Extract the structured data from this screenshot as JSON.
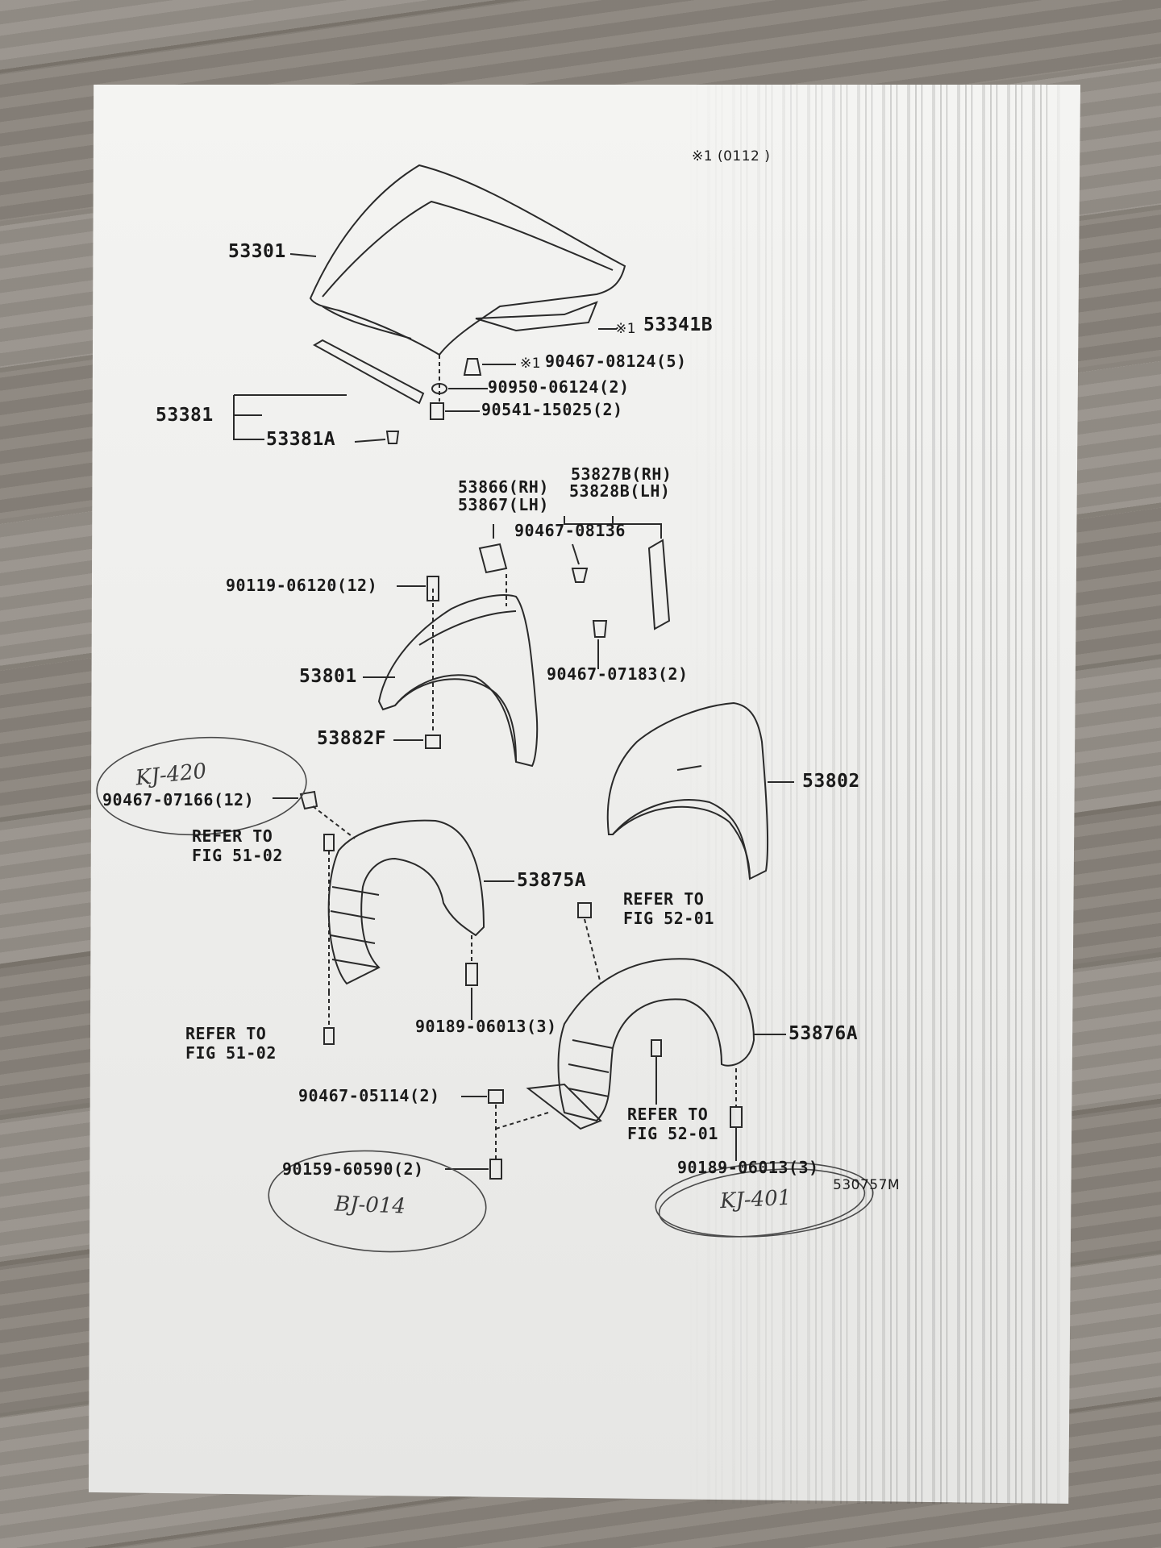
{
  "header": {
    "note": "※1 (0112        )"
  },
  "labels": {
    "hood": "53301",
    "hood_insulator": "53341B",
    "hood_insulator_mark": "※1",
    "clip_a_mark": "※1",
    "clip_a": "90467-08124(5)",
    "cushion": "90950-06124(2)",
    "stopper": "90541-15025(2)",
    "seal": "53381",
    "seal_clip": "53381A",
    "liner_rh": "53866(RH)",
    "liner_lh": "53867(LH)",
    "bracket_rh": "53827B(RH)",
    "bracket_lh": "53828B(LH)",
    "clip_b": "90467-08136",
    "bolt_a": "90119-06120(12)",
    "fender_lh": "53801",
    "clip_c": "90467-07183(2)",
    "nut": "53882F",
    "fender_rh": "53802",
    "clip_d": "90467-07166(12)",
    "refer_1a": "REFER TO",
    "refer_1b": "FIG 51-02",
    "liner_front": "53875A",
    "refer_2a": "REFER TO",
    "refer_2b": "FIG 52-01",
    "screw_a": "90189-06013(3)",
    "refer_3a": "REFER TO",
    "refer_3b": "FIG 51-02",
    "liner_rear": "53876A",
    "clip_e": "90467-05114(2)",
    "refer_4a": "REFER TO",
    "refer_4b": "FIG 52-01",
    "clip_f": "90159-60590(2)",
    "screw_b": "90189-06013(3)",
    "figure_code": "530757M"
  },
  "handwritten": {
    "note_1": "KJ-420",
    "note_2": "BJ-014",
    "note_3": "KJ-401"
  }
}
